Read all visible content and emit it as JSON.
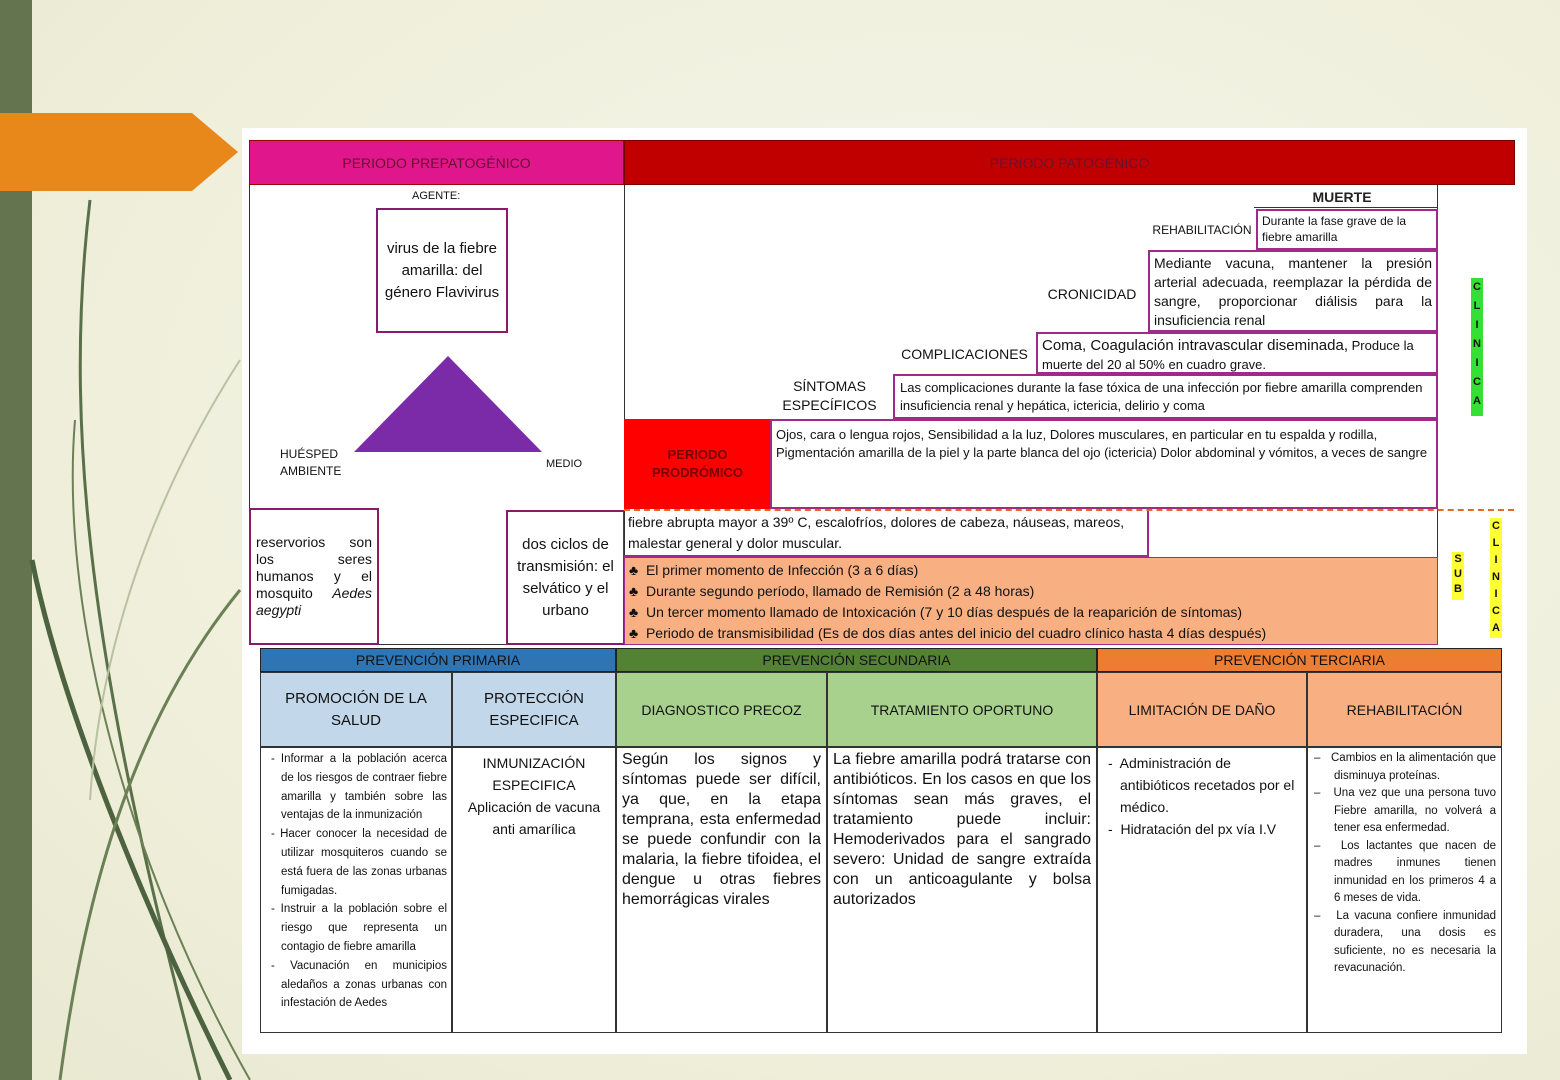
{
  "periodo_prepatogenico": "PERIODO PREPATOGÉNICO",
  "periodo_patogenico": "PERIODO PATOGÉNICO",
  "agente_label": "AGENTE:",
  "agente_text": "virus de la fiebre amarilla: del género Flavivirus",
  "huesped_label": "HUÉSPED AMBIENTE",
  "medio_label": "MEDIO",
  "huesped_text_plain": "reservorios son los seres humanos y el mosquito",
  "huesped_text_italic": "Aedes aegypti",
  "medio_text": "dos ciclos de transmisión: el selvático y el urbano",
  "muerte": "MUERTE",
  "rehabilitacion_label": "REHABILITACIÓN",
  "rehabilitacion_text": "Durante la fase grave de la fiebre amarilla",
  "cronicidad_label": "CRONICIDAD",
  "cronicidad_text": "Mediante vacuna, mantener la presión arterial adecuada, reemplazar la pérdida de sangre, proporcionar diálisis para la insuficiencia renal",
  "complicaciones_label": "COMPLICACIONES",
  "complicaciones_bold": "Coma, Coagulación intravascular diseminada,",
  "complicaciones_rest": " Produce la muerte del 20 al 50% en cuadro grave.",
  "sintomas_label": "SÍNTOMAS ESPECÍFICOS",
  "sintomas_text": "Las complicaciones durante la fase tóxica de una infección por fiebre amarilla comprenden insuficiencia renal y hepática, ictericia, delirio y coma",
  "clinica_letters": [
    "C",
    "L",
    "I",
    "N",
    "I",
    "C",
    "A"
  ],
  "prodromico_label": "PERIODO PRODRÓMICO",
  "prodromico_text": "Ojos, cara o lengua rojos, Sensibilidad a la luz, Dolores musculares, en particular en tu espalda y rodilla, Pigmentación amarilla de la piel y la parte blanca del ojo (ictericia) Dolor abdominal y vómitos, a veces de sangre",
  "fiebre_text": "fiebre abrupta mayor a 39º C, escalofríos,  dolores de cabeza, náuseas, mareos, malestar general y dolor muscular.",
  "periodos": [
    "El primer momento de Infección (3 a 6 días)",
    "Durante segundo período, llamado de Remisión (2 a 48 horas)",
    "Un tercer momento llamado de Intoxicación (7 y 10 días después de la reaparición de síntomas)",
    "Periodo de transmisibilidad (Es de dos días antes del inicio del cuadro clínico hasta 4 días después)"
  ],
  "club_glyph": "♣",
  "sub_letters": [
    "S",
    "U",
    "B"
  ],
  "clinica2_letters": [
    "C",
    "L",
    "I",
    "N",
    "I",
    "C",
    "A"
  ],
  "prev_primaria": "PREVENCIÓN PRIMARIA",
  "prev_secundaria": "PREVENCIÓN SECUNDARIA",
  "prev_terciaria": "PREVENCIÓN TERCIARIA",
  "sub_headers": [
    "PROMOCIÓN DE LA SALUD",
    "PROTECCIÓN ESPECIFICA",
    "DIAGNOSTICO PRECOZ",
    "TRATAMIENTO OPORTUNO",
    "LIMITACIÓN DE DAÑO",
    "REHABILITACIÓN"
  ],
  "promocion_items": [
    "Informar a la población acerca de los riesgos de contraer fiebre amarilla y también sobre las ventajas de la inmunización",
    "Hacer conocer la necesidad de utilizar mosquiteros cuando se está fuera de las zonas urbanas fumigadas.",
    "Instruir a la población sobre el riesgo que representa un contagio de fiebre amarilla",
    "Vacunación en municipios aledaños a zonas urbanas con infestación de Aedes"
  ],
  "proteccion_title": "INMUNIZACIÓN ESPECIFICA",
  "proteccion_text": "Aplicación de vacuna anti amarílica",
  "diagnostico_text": "Según los signos y síntomas puede ser difícil, ya que, en la etapa temprana, esta enfermedad se puede confundir con la malaria, la fiebre tifoidea, el dengue u otras fiebres hemorrágicas virales",
  "tratamiento_text": "La fiebre amarilla podrá tratarse con antibióticos. En los casos en que los síntomas sean más graves, el tratamiento puede incluir: Hemoderivados para el sangrado severo: Unidad de sangre extraída con un anticoagulante y bolsa autorizados",
  "limitacion_items": [
    "Administración de antibióticos recetados por el médico.",
    "Hidratación del px vía I.V"
  ],
  "rehab_items": [
    "Cambios en la alimentación que disminuya proteínas.",
    "Una vez que una persona tuvo Fiebre amarilla, no volverá a tener esa enfermedad.",
    "Los lactantes que nacen de madres inmunes tienen inmunidad en los primeros 4 a 6 meses de vida.",
    "La vacuna confiere inmunidad duradera, una dosis es suficiente, no es necesaria la revacunación."
  ],
  "colors": {
    "sidebar": "#63744f",
    "accent_arrow": "#e8871a",
    "prepatogenico": "#e0168c",
    "patogenico": "#c00000",
    "prodromico": "#ff0000",
    "purple": "#7b2aa8",
    "orange_band": "#f8b083",
    "primaria": "#2e75b6",
    "secundaria": "#548235",
    "terciaria": "#ed7d31",
    "green_highlight": "#33e033",
    "yellow_highlight": "#ffff33"
  }
}
